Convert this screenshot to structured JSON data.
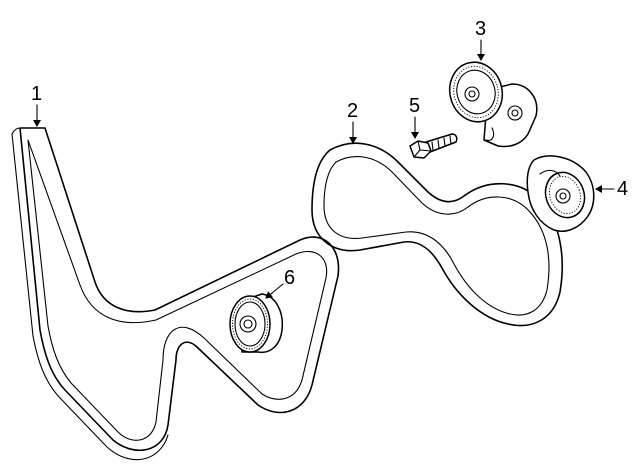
{
  "diagram": {
    "callouts": [
      {
        "id": "1",
        "label": "1",
        "part": "serpentine-belt-large"
      },
      {
        "id": "2",
        "label": "2",
        "part": "serpentine-belt-small"
      },
      {
        "id": "3",
        "label": "3",
        "part": "belt-tensioner"
      },
      {
        "id": "4",
        "label": "4",
        "part": "tensioner-pulley"
      },
      {
        "id": "5",
        "label": "5",
        "part": "tensioner-bolt"
      },
      {
        "id": "6",
        "label": "6",
        "part": "idler-pulley"
      }
    ]
  }
}
